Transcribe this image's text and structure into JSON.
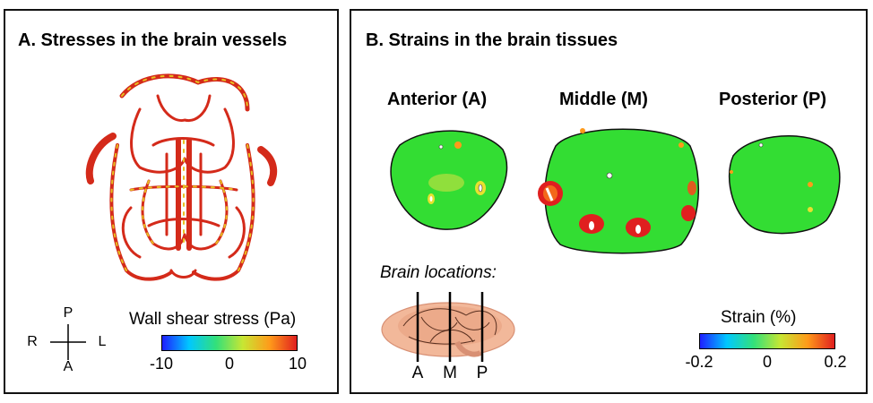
{
  "panel_a": {
    "title": "A. Stresses in the brain vessels",
    "compass": {
      "top": "P",
      "bottom": "A",
      "left": "R",
      "right": "L"
    },
    "colorbar": {
      "title": "Wall shear stress (Pa)",
      "ticks": [
        "-10",
        "0",
        "10"
      ],
      "colors": [
        "#1f1fff",
        "#00c8ff",
        "#33e07a",
        "#c8e633",
        "#ff9a1a",
        "#e01f1f"
      ]
    }
  },
  "panel_b": {
    "title": "B. Strains in the brain tissues",
    "slices": [
      {
        "label": "Anterior (A)"
      },
      {
        "label": "Middle (M)"
      },
      {
        "label": "Posterior (P)"
      }
    ],
    "locations": {
      "title": "Brain locations:",
      "marks": [
        "A",
        "M",
        "P"
      ]
    },
    "colorbar": {
      "title": "Strain (%)",
      "ticks": [
        "-0.2",
        "0",
        "0.2"
      ],
      "colors": [
        "#1f1fff",
        "#00c8ff",
        "#33e07a",
        "#c8e633",
        "#ff9a1a",
        "#e01f1f"
      ]
    }
  },
  "colors": {
    "tissue": "#33dd33",
    "vessel": "#d42a1a",
    "vessel_highlight": "#e8c020",
    "outline": "#111111"
  }
}
